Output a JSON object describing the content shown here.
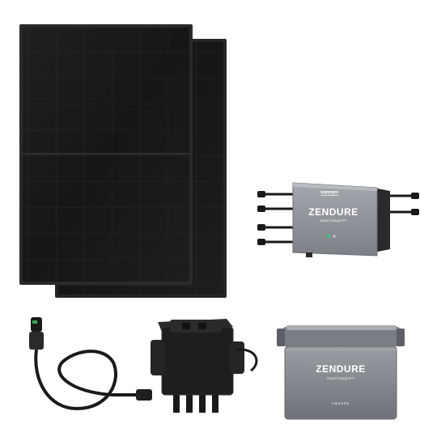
{
  "hub": {
    "brand": "ZENDURE",
    "model_line": "SuperChargerPV",
    "badge": "SOLARFLOW"
  },
  "battery": {
    "brand": "ZENDURE",
    "model_line": "SuperChargerPV",
    "model": "AB2000"
  },
  "colors": {
    "panel": "#1b1b1d",
    "panel_frame": "#2a2a2c",
    "device_gray": "#8d9096",
    "device_dark": "#5c6066",
    "cable": "#1a1a1a",
    "led": "#2ecc71"
  }
}
